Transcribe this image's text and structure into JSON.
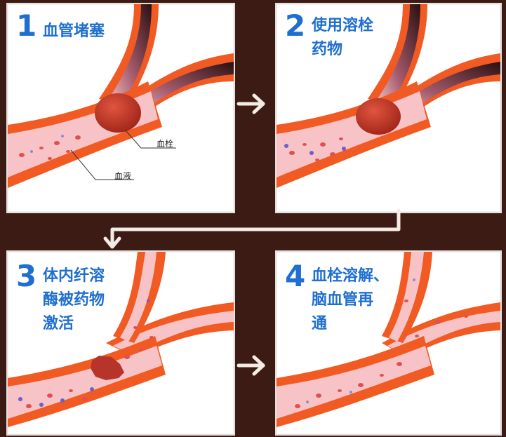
{
  "steps": [
    {
      "number": "1",
      "text": "血管堵塞"
    },
    {
      "number": "2",
      "text": "使用溶栓\n药物"
    },
    {
      "number": "3",
      "text": "体内纤溶\n酶被药物\n激活"
    },
    {
      "number": "4",
      "text": "血栓溶解、\n脑血管再\n通"
    }
  ],
  "labels": {
    "clot": "血栓",
    "blood": "血液"
  },
  "colors": {
    "background": "#3b1b13",
    "vessel_wall": "#f15a22",
    "vessel_inner": "#f7c3c7",
    "clot": "#c93a28",
    "step_text": "#1f6fd0",
    "arrow": "#f3ece4"
  }
}
